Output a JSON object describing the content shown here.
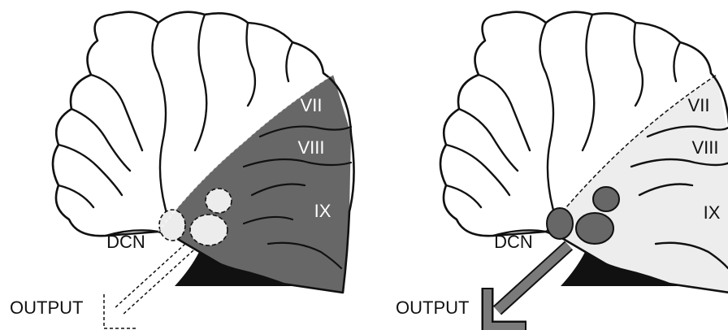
{
  "left_panel": {
    "lobules": [
      "VII",
      "VIII",
      "IX"
    ],
    "nucleus_label": "DCN",
    "output_label": "OUTPUT"
  },
  "right_panel": {
    "lobules": [
      "VII",
      "VIII",
      "IX"
    ],
    "nucleus_label": "DCN",
    "output_label": "OUTPUT"
  },
  "colors": {
    "dark_region": "#676767",
    "light_region": "#ededed",
    "outline": "#111111",
    "nucleus_dark": "#676767",
    "nucleus_light": "#ececec"
  }
}
